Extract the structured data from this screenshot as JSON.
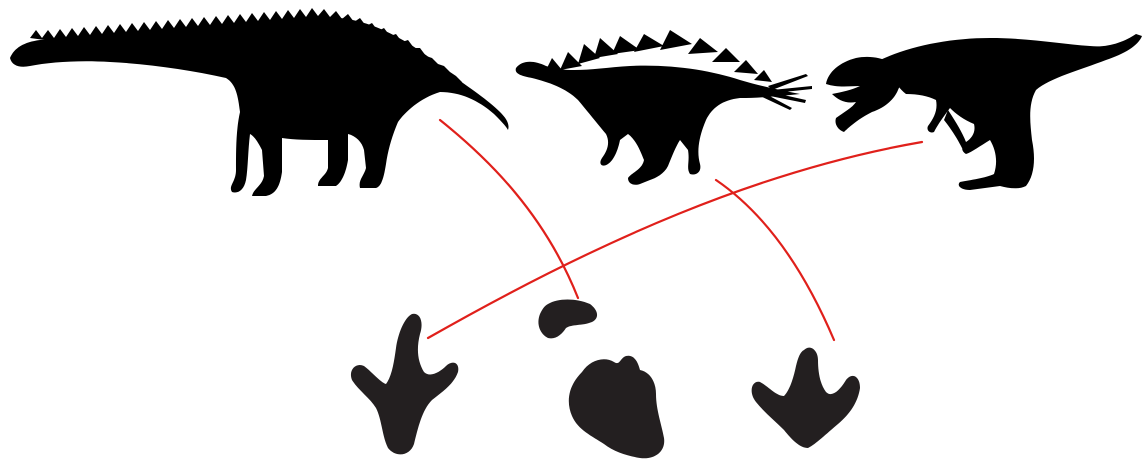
{
  "diagram": {
    "kind": "matching",
    "colors": {
      "background": "#ffffff",
      "silhouette": "#000000",
      "footprint": "#231f20",
      "connector": "#e0201b"
    },
    "dinosaurs": [
      {
        "id": "sauropod",
        "icon": "sauropod-silhouette-icon"
      },
      {
        "id": "stegosaurus",
        "icon": "stegosaurus-silhouette-icon"
      },
      {
        "id": "theropod",
        "icon": "theropod-silhouette-icon"
      }
    ],
    "footprints": [
      {
        "id": "three-toed-long",
        "icon": "three-toed-footprint-icon"
      },
      {
        "id": "small-rounded",
        "icon": "rounded-footprint-icon"
      },
      {
        "id": "broad-padded",
        "icon": "padded-footprint-icon"
      },
      {
        "id": "three-toed-short",
        "icon": "short-three-toed-footprint-icon"
      }
    ],
    "connections": [
      {
        "from": "sauropod",
        "to": "small-rounded"
      },
      {
        "from": "stegosaurus",
        "to": "three-toed-short"
      },
      {
        "from": "theropod",
        "to": "three-toed-long"
      }
    ]
  }
}
